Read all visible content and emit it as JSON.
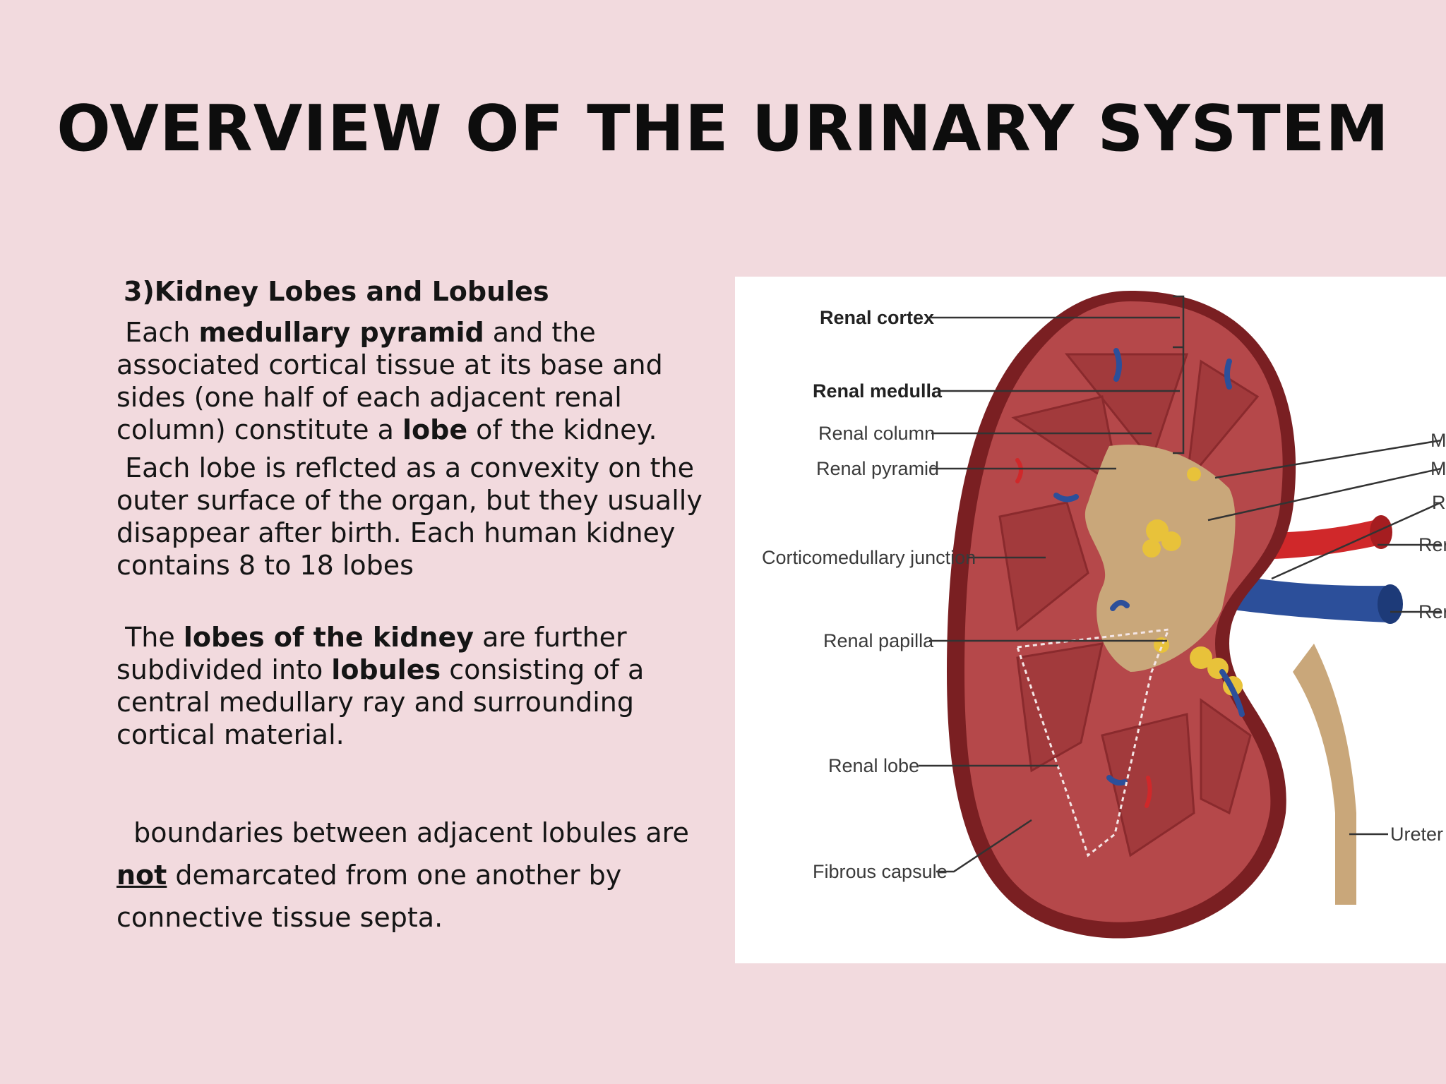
{
  "slide": {
    "title": "OVERVIEW OF THE URINARY SYSTEM",
    "heading": "3)Kidney Lobes and Lobules",
    "para1": {
      "t1": "Each ",
      "b1": "medullary pyramid",
      "t2": " and the associated cortical tissue at its base and sides (one half of each adjacent renal column) constitute a ",
      "b2": "lobe",
      "t3": " of the kidney."
    },
    "para2": "Each lobe is reflcted as a convexity on the outer surface of the organ, but they usually disappear after birth. Each human kidney contains 8 to 18 lobes",
    "para3": {
      "t1": "The ",
      "b1": "lobes of the kidney",
      "t2": " are further subdivided into ",
      "b2": "lobules",
      "t3": " consisting of a central medullary ray and surrounding cortical material."
    },
    "para4": {
      "t1": "boundaries between adjacent lobules are ",
      "u1": "not",
      "t2": "  demarcated from one another by connective tissue  septa."
    }
  },
  "diagram": {
    "labels_left": {
      "renal_cortex": "Renal cortex",
      "renal_medulla": "Renal medulla",
      "renal_column": "Renal column",
      "renal_pyramid": "Renal pyramid",
      "corticomedullary_junction": "Corticomedullary junction",
      "renal_papilla": "Renal papilla",
      "renal_lobe": "Renal lobe",
      "fibrous_capsule": "Fibrous capsule"
    },
    "labels_right": {
      "r1": "M",
      "r2": "M",
      "r3": "R",
      "r4": "Rer",
      "r5": "Rer",
      "ureter": "Ureter"
    },
    "colors": {
      "capsule": "#7a1f22",
      "cortex": "#b5484a",
      "pyramid": "#a23a3c",
      "sinus": "#c9a77a",
      "fat": "#e8c23a",
      "artery": "#d0282a",
      "vein": "#2c4f9a"
    }
  }
}
